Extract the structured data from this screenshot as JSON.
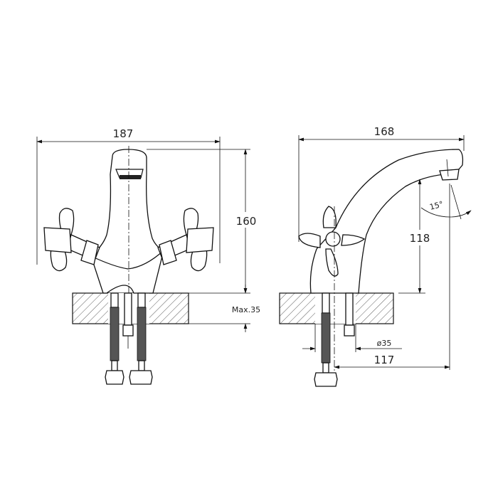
{
  "front_view": {
    "width_dim": "187",
    "height_dim": "160",
    "counter_dim": "Max.35"
  },
  "side_view": {
    "depth_dim": "168",
    "spout_height_dim": "118",
    "angle_dim": "15°",
    "hole_dim": "ø35",
    "reach_dim": "117"
  }
}
